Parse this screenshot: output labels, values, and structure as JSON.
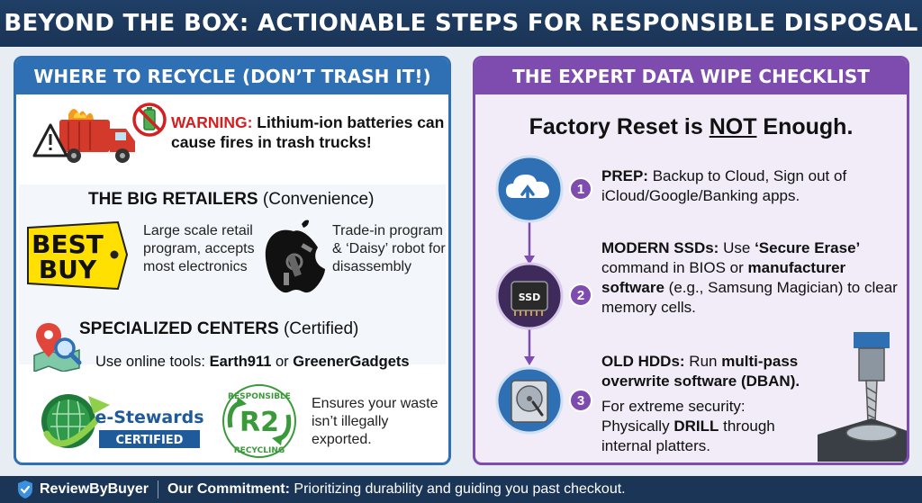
{
  "title": "BEYOND THE BOX: ACTIONABLE STEPS FOR RESPONSIBLE DISPOSAL",
  "left": {
    "heading": "WHERE TO RECYCLE (DON’T TRASH IT!)",
    "warning_label": "WARNING:",
    "warning_text": "Lithium-ion batteries can cause fires in trash trucks!",
    "retailers_title": "THE BIG RETAILERS",
    "retailers_sub": "(Convenience)",
    "bestbuy_logo_line1": "BEST",
    "bestbuy_logo_line2": "BUY",
    "bestbuy_desc": "Large scale retail program, accepts most electronics",
    "apple_desc": "Trade-in program & ‘Daisy’ robot for disassembly",
    "specialized_title": "SPECIALIZED CENTERS",
    "specialized_sub": "(Certified)",
    "online_tools_prefix": "Use online tools:",
    "tool1": "Earth911",
    "tool_or": "or",
    "tool2": "GreenerGadgets",
    "estewards_name": "e-Stewards",
    "estewards_certified": "CERTIFIED",
    "r2_label": "R2",
    "r2_top": "RESPONSIBLE",
    "r2_bottom": "RECYCLING",
    "cert_desc": "Ensures your waste isn’t illegally exported."
  },
  "right": {
    "heading": "THE EXPERT DATA WIPE CHECKLIST",
    "factory_prefix": "Factory Reset is",
    "factory_not": "NOT",
    "factory_suffix": "Enough.",
    "steps": [
      {
        "num": "1",
        "label": "PREP:",
        "text": "Backup to Cloud, Sign out of iCloud/Google/Banking apps."
      },
      {
        "num": "2",
        "label": "MODERN SSDs:",
        "text_a": "Use",
        "bold_a": "‘Secure Erase’",
        "text_b": "command in BIOS or",
        "bold_b": "manufacturer software",
        "text_c": "(e.g., Samsung Magician) to clear memory cells."
      },
      {
        "num": "3",
        "label": "OLD HDDs:",
        "text_a": "Run",
        "bold_a": "multi-pass overwrite software (DBAN).",
        "text_b": "For extreme security: Physically",
        "bold_b": "DRILL",
        "text_c": "through internal platters."
      }
    ],
    "ssd_label": "SSD"
  },
  "footer": {
    "brand": "ReviewByBuyer",
    "commitment_label": "Our Commitment:",
    "commitment_text": "Prioritizing durability and guiding you past checkout."
  },
  "colors": {
    "navy": "#1e3a5f",
    "blue_panel": "#2f6fb3",
    "purple_panel": "#7d4cae",
    "warning_red": "#d32020",
    "bestbuy_yellow": "#ffe000",
    "green": "#3a9a3a"
  },
  "icons": [
    "truck-fire-icon",
    "no-battery-icon",
    "bestbuy-logo",
    "apple-robot-icon",
    "map-search-icon",
    "estewards-globe-icon",
    "r2-recycling-icon",
    "cloud-upload-icon",
    "ssd-chip-icon",
    "hdd-icon",
    "drill-icon",
    "shield-check-icon"
  ]
}
